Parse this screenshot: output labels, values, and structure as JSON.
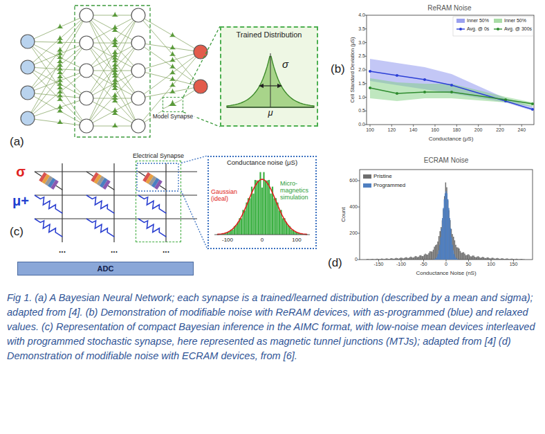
{
  "diagram": {
    "caption": "Fig 1. (a) A Bayesian Neural Network; each synapse is a trained/learned distribution (described by a mean and sigma); adapted from [4]. (b) Demonstration of modifiable noise with ReRAM devices, with as-programmed (blue) and relaxed values. (c) Representation of compact Bayesian inference in the AIMC format, with low-noise mean devices interleaved with programmed stochastic synapse, here represented as magnetic tunnel junctions (MTJs); adapted from [4] (d) Demonstration of modifiable noise with ECRAM devices, from [6].",
    "nodes": [
      {
        "text": [
          "Model Synapse"
        ]
      },
      {
        "text": [
          "Trained Distribution",
          "σ",
          "μ"
        ]
      },
      {
        "text": [
          "Electrical Synapse"
        ]
      },
      {
        "text": [
          "Conductance noise (μS)",
          "Gaussian (ideal)",
          "Micro-magnetics simulation",
          "-100",
          "0",
          "100"
        ]
      },
      {
        "text": [
          "ADC"
        ]
      }
    ],
    "edges": [
      {
        "from": 0,
        "to": 1,
        "arrow": "none"
      },
      {
        "from": 2,
        "to": 3,
        "arrow": "none"
      }
    ],
    "labels": [
      "(a)",
      "ReRAM Noise",
      "Cell Standard Deviation (μS)",
      "0.0",
      "0.5",
      "1.0",
      "1.5",
      "2.0",
      "2.5",
      "3.0",
      "3.5",
      "4.0",
      "100",
      "120",
      "140",
      "160",
      "180",
      "200",
      "220",
      "240",
      "Conductance (μS)",
      "(b)",
      "σ",
      "μ+",
      "...",
      "...",
      "...",
      "(c)",
      "ECRAM Noise",
      "Count",
      "0",
      "200",
      "400",
      "600",
      "-150",
      "-100",
      "-50",
      "0",
      "50",
      "100",
      "150",
      "Conductance Noise (nS)",
      "(d)"
    ],
    "legend": [
      {
        "text": "Inner 50%",
        "color": "#9aa0ef"
      },
      {
        "text": "Inner 50%",
        "color": "#a9dca6"
      },
      {
        "text": "Avg. @ 0s"
      },
      {
        "text": "Avg. @ 300s"
      },
      {
        "text": "Pristine",
        "color": "#6e6e6e"
      },
      {
        "text": "Programmed",
        "color": "#4f7fc0"
      }
    ]
  }
}
